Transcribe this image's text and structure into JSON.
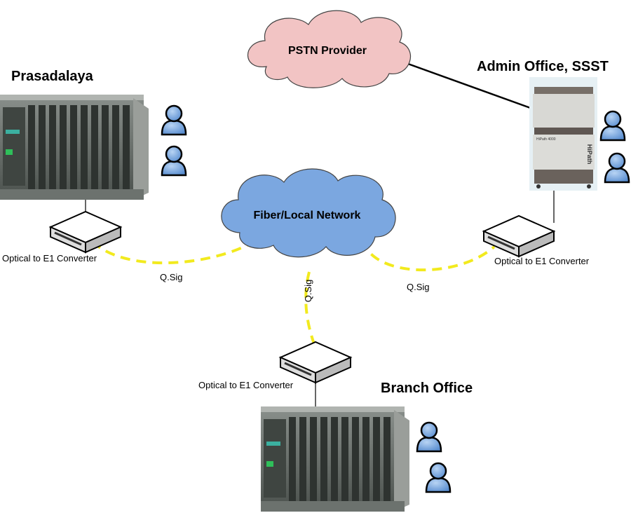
{
  "clouds": {
    "pstn": {
      "label": "PSTN Provider",
      "color": "#f2c4c4"
    },
    "network": {
      "label": "Fiber/Local Network",
      "color": "#7ba7e0"
    }
  },
  "sites": {
    "prasadalaya": {
      "title": "Prasadalaya",
      "converter_label": "Optical to E1 Converter",
      "link_label": "Q.Sig"
    },
    "admin": {
      "title": "Admin Office, SSST",
      "converter_label": "Optical to E1 Converter",
      "link_label": "Q.Sig",
      "device_brand": "HiPath",
      "device_model": "HiPath 4000"
    },
    "branch": {
      "title": "Branch Office",
      "converter_label": "Optical to E1 Converter",
      "link_label": "Q.Sig"
    }
  },
  "colors": {
    "link": "#f2ea1e",
    "user": "#6a9ed8",
    "rack": "#5d6460"
  }
}
